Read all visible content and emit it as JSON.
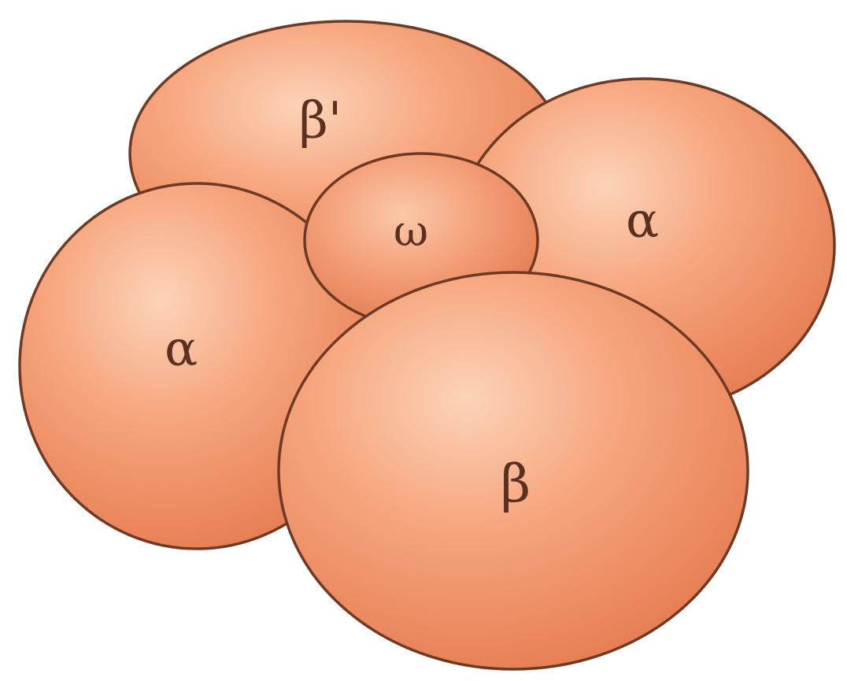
{
  "diagram": {
    "subunits": [
      {
        "id": "beta-prime",
        "label": "β'"
      },
      {
        "id": "alpha-right",
        "label": "α"
      },
      {
        "id": "alpha-left",
        "label": "α"
      },
      {
        "id": "omega",
        "label": "ω"
      },
      {
        "id": "beta",
        "label": "β"
      }
    ],
    "colors": {
      "fill_light": "#fbc7a8",
      "fill_main": "#f59a72",
      "fill_dark": "#e0734c",
      "outline": "#6e3a24",
      "label": "#5a3020",
      "background": "#ffffff"
    }
  }
}
